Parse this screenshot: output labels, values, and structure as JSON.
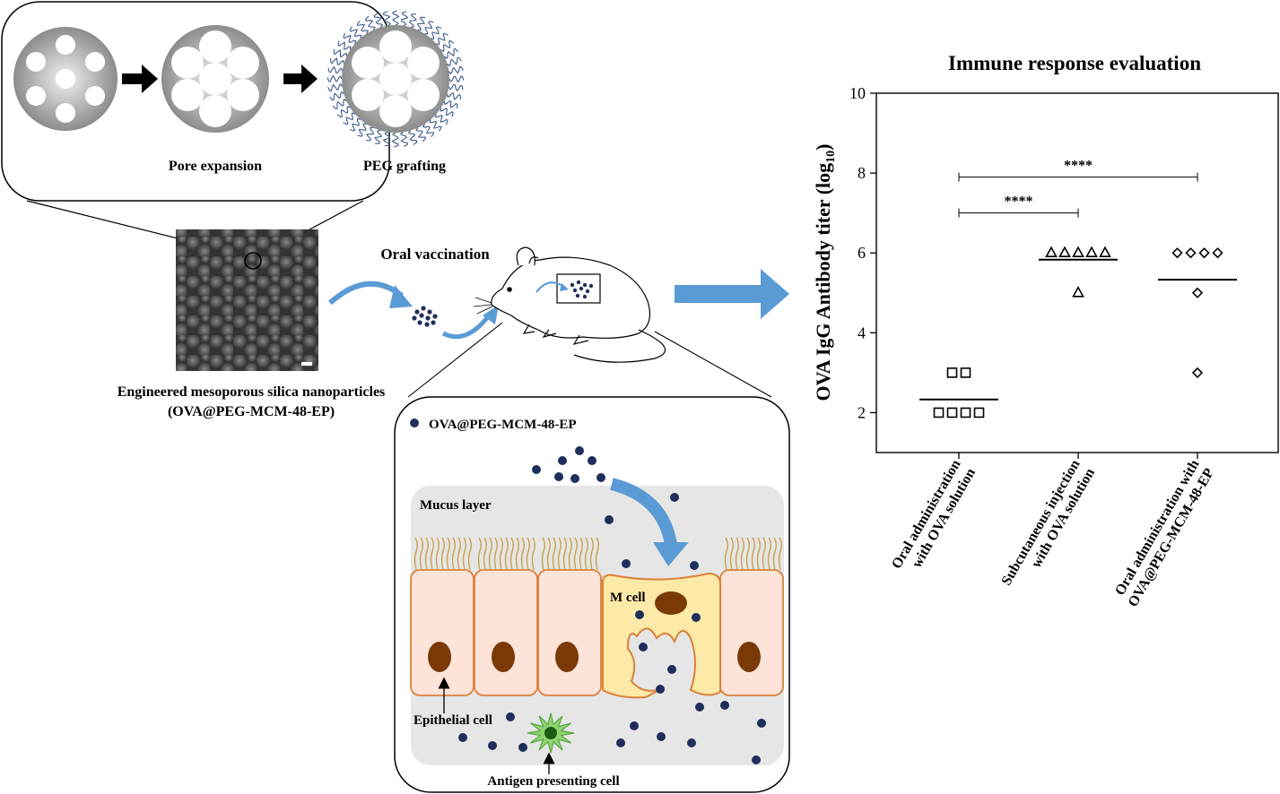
{
  "synthesis": {
    "step1_label": "Pore expansion",
    "step2_label": "PEG grafting"
  },
  "nanoparticle": {
    "caption_line1": "Engineered mesoporous silica nanoparticles",
    "caption_line2": "(OVA@PEG-MCM-48-EP)"
  },
  "vaccination": {
    "label": "Oral vaccination"
  },
  "intestine": {
    "legend_label": "OVA@PEG-MCM-48-EP",
    "mucus_label": "Mucus layer",
    "mcell_label": "M cell",
    "epithelial_label": "Epithelial cell",
    "apc_label": "Antigen presenting cell"
  },
  "colors": {
    "particle": "#1e2f5c",
    "arrow_blue": "#5b9bd5",
    "epithelial_fill": "#fde3d8",
    "epithelial_stroke": "#d9823b",
    "nucleus": "#7a3a07",
    "mcell_fill": "#fde9a8",
    "apc_fill": "#8ed36f",
    "mucus_bg": "#e6e6e6",
    "microvilli": "#c9a24b"
  },
  "chart": {
    "title": "Immune response evaluation",
    "ylabel_main": "OVA IgG Antibody titer (log",
    "ylabel_sub": "10",
    "ylabel_close": ")",
    "yticks": [
      "2",
      "4",
      "6",
      "8",
      "10"
    ],
    "sig1": "****",
    "sig2": "****"
  },
  "chart_data": {
    "type": "scatter",
    "title": "Immune response evaluation",
    "ylabel": "OVA IgG Antibody titer (log10)",
    "ylim": [
      1,
      10
    ],
    "yticks": [
      2,
      4,
      6,
      8,
      10
    ],
    "categories": [
      [
        "Oral administration",
        "with OVA solution"
      ],
      [
        "Subcutaneous injection",
        "with OVA solution"
      ],
      [
        "Oral administration with",
        "OVA@PEG-MCM-48-EP"
      ]
    ],
    "series": [
      {
        "marker": "square",
        "values": [
          3,
          3,
          2,
          2,
          2,
          2
        ],
        "mean": 2.33
      },
      {
        "marker": "triangle",
        "values": [
          6,
          6,
          6,
          6,
          6,
          5
        ],
        "mean": 5.83
      },
      {
        "marker": "diamond",
        "values": [
          6,
          6,
          6,
          6,
          5,
          3
        ],
        "mean": 5.33
      }
    ],
    "significance": [
      {
        "from": 0,
        "to": 1,
        "y": 7,
        "label": "****"
      },
      {
        "from": 0,
        "to": 2,
        "y": 7.9,
        "label": "****"
      }
    ]
  }
}
